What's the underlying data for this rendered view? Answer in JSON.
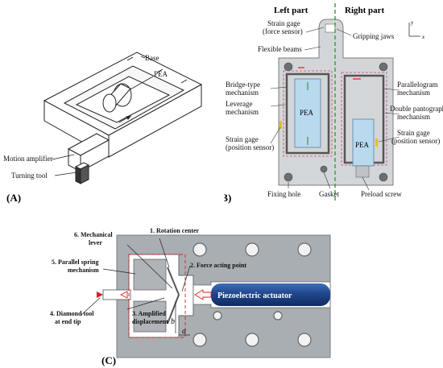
{
  "panel_a": {
    "tag": "(A)",
    "labels": {
      "base": "Base",
      "pea": "PEA",
      "motion_amplifier": "Motion amplifier",
      "turning_tool": "Turning tool"
    }
  },
  "panel_b": {
    "tag": "(B)",
    "labels": {
      "left_part": "Left part",
      "right_part": "Right part",
      "strain_gage_force_1": "Strain gage",
      "strain_gage_force_2": "(force sensor)",
      "gripping_jaws": "Gripping jaws",
      "flexible_beams": "Flexible beams",
      "bridge_1": "Bridge-type",
      "bridge_2": "mechanism",
      "leverage_1": "Leverage",
      "leverage_2": "mechanism",
      "strain_pos_l_1": "Strain gage",
      "strain_pos_l_2": "(position sensor)",
      "parallelogram_1": "Parallelogram",
      "parallelogram_2": "mechanism",
      "double_panto_1": "Double pantograph",
      "double_panto_2": "mechanism",
      "strain_pos_r_1": "Strain gage",
      "strain_pos_r_2": "(position sensor)",
      "pea_left": "PEA",
      "pea_right": "PEA",
      "fixing_hole": "Fixing hole",
      "gasket": "Gasket",
      "preload_screw": "Preload screw",
      "axis_y": "y",
      "axis_x": "x"
    }
  },
  "panel_c": {
    "tag": "(C)",
    "labels": {
      "mech_lever_1": "6. Mechanical",
      "mech_lever_2": "lever",
      "rotation_center": "1. Rotation center",
      "parallel_spring_1": "5. Parallel spring",
      "parallel_spring_2": "mechanism",
      "force_point": "2. Force acting point",
      "diamond_1": "4. Diamond tool",
      "diamond_2": "at end tip",
      "amplified_1": "3. Amplified",
      "amplified_2": "displacement",
      "actuator": "Piezoelectric actuator",
      "dim_b": "b",
      "dim_a": "a"
    }
  }
}
